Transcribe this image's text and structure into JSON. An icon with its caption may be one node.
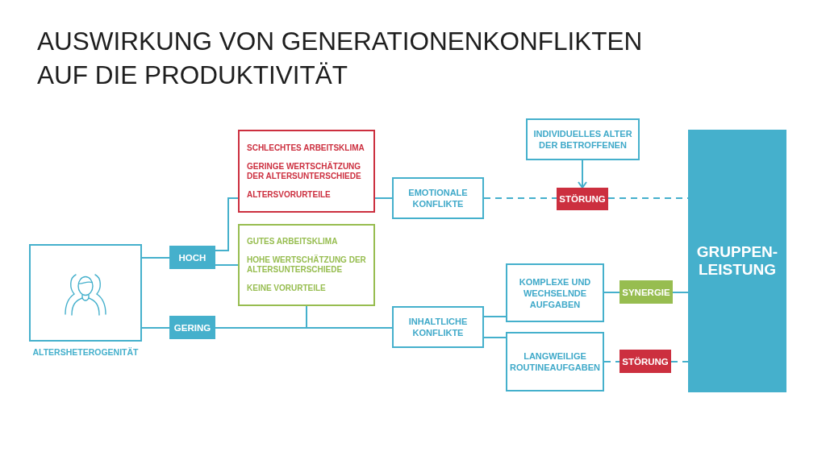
{
  "diagram": {
    "title": "AUSWIRKUNG VON GENERATIONENKONFLIKTEN AUF DIE PRODUKTIVITÄT",
    "nodes": [
      {
        "text": [
          "ALTERSHETEROGENITÄT"
        ]
      },
      {
        "text": [
          "HOCH"
        ]
      },
      {
        "text": [
          "GERING"
        ]
      },
      {
        "text": [
          "SCHLECHTES ARBEITSKLIMA",
          "GERINGE WERTSCHÄTZUNG DER ALTERSUNTERSCHIEDE",
          "ALTERSVORURTEILE"
        ]
      },
      {
        "text": [
          "GUTES ARBEITSKLIMA",
          "HOHE WERTSCHÄTZUNG DER ALTERSUNTERSCHIEDE",
          "KEINE VORURTEILE"
        ]
      },
      {
        "text": [
          "EMOTIONALE KONFLIKTE"
        ]
      },
      {
        "text": [
          "INDIVIDUELLES ALTER DER BETROFFENEN"
        ]
      },
      {
        "text": [
          "STÖRUNG"
        ]
      },
      {
        "text": [
          "INHALTLICHE KONFLIKTE"
        ]
      },
      {
        "text": [
          "KOMPLEXE UND WECHSELNDE AUFGABEN"
        ]
      },
      {
        "text": [
          "LANGWEILIGE ROUTINEAUFGABEN"
        ]
      },
      {
        "text": [
          "SYNERGIE"
        ]
      },
      {
        "text": [
          "STÖRUNG"
        ]
      },
      {
        "text": [
          "GRUPPEN-LEISTUNG"
        ]
      }
    ],
    "edges": [
      {
        "from": 0,
        "to": 1,
        "arrow": "none"
      },
      {
        "from": 0,
        "to": 2,
        "arrow": "none"
      },
      {
        "from": 1,
        "to": 3,
        "arrow": "none"
      },
      {
        "from": 1,
        "to": 4,
        "arrow": "none"
      },
      {
        "from": 3,
        "to": 5,
        "arrow": "none"
      },
      {
        "from": 2,
        "to": 8,
        "arrow": "none"
      },
      {
        "from": 4,
        "to": 8,
        "arrow": "none"
      },
      {
        "from": 5,
        "to": 7,
        "arrow": "none",
        "style": "dashed"
      },
      {
        "from": 7,
        "to": 13,
        "arrow": "none",
        "style": "dashed"
      },
      {
        "from": 6,
        "to": 7,
        "arrow": "to"
      },
      {
        "from": 8,
        "to": 9,
        "arrow": "none"
      },
      {
        "from": 8,
        "to": 10,
        "arrow": "none"
      },
      {
        "from": 9,
        "to": 11,
        "arrow": "none"
      },
      {
        "from": 11,
        "to": 13,
        "arrow": "none"
      },
      {
        "from": 10,
        "to": 12,
        "arrow": "none",
        "style": "dashed"
      },
      {
        "from": 12,
        "to": 13,
        "arrow": "none",
        "style": "dashed"
      }
    ]
  }
}
